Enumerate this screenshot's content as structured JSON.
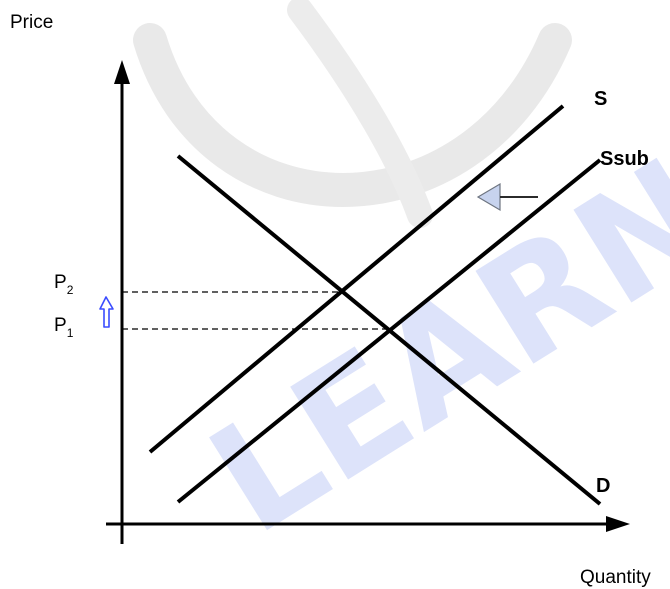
{
  "diagram": {
    "y_axis_label": "Price",
    "x_axis_label": "Quantity",
    "curves": {
      "supply": "S",
      "supply_subsidy": "Ssub",
      "demand": "D"
    },
    "price_levels": [
      {
        "letter": "P",
        "subscript": "2"
      },
      {
        "letter": "P",
        "subscript": "1"
      }
    ],
    "watermark_text": "LEARNING"
  },
  "colors": {
    "lines": "#000000",
    "price_up_arrow": "#3a4cff",
    "shift_arrow_fill": "#c7d3ee",
    "shift_arrow_stroke": "#6d7480",
    "watermark_text": "#dde3fa",
    "watermark_ring": "#e9e9e9"
  }
}
